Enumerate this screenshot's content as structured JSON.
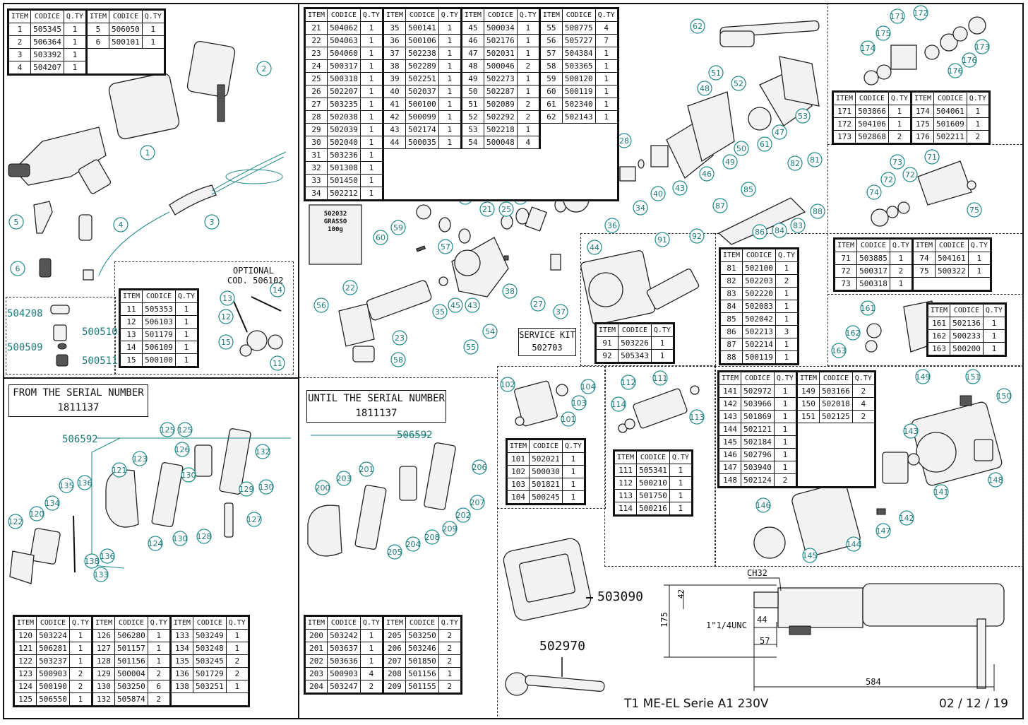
{
  "tables": {
    "t1": {
      "headers": [
        "ITEM",
        "CODICE",
        "Q.TY",
        "ITEM",
        "CODICE",
        "Q.TY"
      ],
      "rows": [
        [
          "1",
          "505345",
          "1",
          "5",
          "506050",
          "1"
        ],
        [
          "2",
          "506364",
          "1",
          "6",
          "500101",
          "1"
        ],
        [
          "3",
          "503392",
          "1"
        ],
        [
          "4",
          "504207",
          "1"
        ]
      ]
    },
    "t2": {
      "headers": [
        "ITEM",
        "CODICE",
        "Q.TY",
        "ITEM",
        "CODICE",
        "Q.TY",
        "ITEM",
        "CODICE",
        "Q.TY",
        "ITEM",
        "CODICE",
        "Q.TY"
      ],
      "rows": [
        [
          "21",
          "504062",
          "1",
          "35",
          "500141",
          "1",
          "45",
          "500034",
          "1",
          "55",
          "500775",
          "4"
        ],
        [
          "22",
          "504063",
          "1",
          "36",
          "500106",
          "1",
          "46",
          "502176",
          "1",
          "56",
          "505727",
          "7"
        ],
        [
          "23",
          "504060",
          "1",
          "37",
          "502238",
          "1",
          "47",
          "502031",
          "1",
          "57",
          "504384",
          "1"
        ],
        [
          "24",
          "500317",
          "1",
          "38",
          "502289",
          "1",
          "48",
          "500046",
          "2",
          "58",
          "503365",
          "1"
        ],
        [
          "25",
          "500318",
          "1",
          "39",
          "502251",
          "1",
          "49",
          "502273",
          "1",
          "59",
          "500120",
          "1"
        ],
        [
          "26",
          "502207",
          "1",
          "40",
          "502037",
          "1",
          "50",
          "502287",
          "1",
          "60",
          "500119",
          "1"
        ],
        [
          "27",
          "503235",
          "1",
          "41",
          "500100",
          "1",
          "51",
          "502089",
          "2",
          "61",
          "502340",
          "1"
        ],
        [
          "28",
          "502038",
          "1",
          "42",
          "500099",
          "1",
          "52",
          "502292",
          "2",
          "62",
          "502143",
          "1"
        ],
        [
          "29",
          "502039",
          "1",
          "43",
          "502174",
          "1",
          "53",
          "502218",
          "1"
        ],
        [
          "30",
          "502040",
          "1",
          "44",
          "500035",
          "1",
          "54",
          "500048",
          "4"
        ],
        [
          "31",
          "503236",
          "1"
        ],
        [
          "32",
          "501308",
          "1"
        ],
        [
          "33",
          "501450",
          "1"
        ],
        [
          "34",
          "502212",
          "1"
        ]
      ]
    },
    "t3": {
      "headers": [
        "ITEM",
        "CODICE",
        "Q.TY",
        "ITEM",
        "CODICE",
        "Q.TY"
      ],
      "rows": [
        [
          "171",
          "503866",
          "1",
          "174",
          "504061",
          "1"
        ],
        [
          "172",
          "504106",
          "1",
          "175",
          "501609",
          "1"
        ],
        [
          "173",
          "502868",
          "2",
          "176",
          "502211",
          "2"
        ]
      ]
    },
    "t4": {
      "headers": [
        "ITEM",
        "CODICE",
        "Q.TY",
        "ITEM",
        "CODICE",
        "Q.TY"
      ],
      "rows": [
        [
          "71",
          "503885",
          "1",
          "74",
          "504161",
          "1"
        ],
        [
          "72",
          "500317",
          "2",
          "75",
          "500322",
          "1"
        ],
        [
          "73",
          "500318",
          "1"
        ]
      ]
    },
    "t5": {
      "headers": [
        "ITEM",
        "CODICE",
        "Q.TY"
      ],
      "rows": [
        [
          "81",
          "502100",
          "1"
        ],
        [
          "82",
          "502203",
          "2"
        ],
        [
          "83",
          "502220",
          "1"
        ],
        [
          "84",
          "502083",
          "1"
        ],
        [
          "85",
          "502042",
          "1"
        ],
        [
          "86",
          "502213",
          "3"
        ],
        [
          "87",
          "502214",
          "1"
        ],
        [
          "88",
          "500119",
          "1"
        ]
      ]
    },
    "t6": {
      "headers": [
        "ITEM",
        "CODICE",
        "Q.TY"
      ],
      "rows": [
        [
          "161",
          "502136",
          "1"
        ],
        [
          "162",
          "500233",
          "1"
        ],
        [
          "163",
          "500200",
          "1"
        ]
      ]
    },
    "t7": {
      "headers": [
        "ITEM",
        "CODICE",
        "Q.TY"
      ],
      "rows": [
        [
          "11",
          "505353",
          "1"
        ],
        [
          "12",
          "506103",
          "1"
        ],
        [
          "13",
          "501179",
          "1"
        ],
        [
          "14",
          "506109",
          "1"
        ],
        [
          "15",
          "500100",
          "1"
        ]
      ]
    },
    "t8": {
      "headers": [
        "ITEM",
        "CODICE",
        "Q.TY"
      ],
      "rows": [
        [
          "91",
          "503226",
          "1"
        ],
        [
          "92",
          "505343",
          "1"
        ]
      ]
    },
    "t9": {
      "headers": [
        "ITEM",
        "CODICE",
        "Q.TY"
      ],
      "rows": [
        [
          "101",
          "502021",
          "1"
        ],
        [
          "102",
          "500030",
          "1"
        ],
        [
          "103",
          "501821",
          "1"
        ],
        [
          "104",
          "500245",
          "1"
        ]
      ]
    },
    "t10": {
      "headers": [
        "ITEM",
        "CODICE",
        "Q.TY"
      ],
      "rows": [
        [
          "111",
          "505341",
          "1"
        ],
        [
          "112",
          "500210",
          "1"
        ],
        [
          "113",
          "501750",
          "1"
        ],
        [
          "114",
          "500216",
          "1"
        ]
      ]
    },
    "t11": {
      "headers": [
        "ITEM",
        "CODICE",
        "Q.TY",
        "ITEM",
        "CODICE",
        "Q.TY"
      ],
      "rows": [
        [
          "141",
          "502972",
          "1",
          "149",
          "503166",
          "2"
        ],
        [
          "142",
          "503966",
          "1",
          "150",
          "502018",
          "4"
        ],
        [
          "143",
          "501869",
          "1",
          "151",
          "502125",
          "2"
        ],
        [
          "144",
          "502121",
          "1"
        ],
        [
          "145",
          "502184",
          "1"
        ],
        [
          "146",
          "502796",
          "1"
        ],
        [
          "147",
          "503940",
          "1"
        ],
        [
          "148",
          "502124",
          "2"
        ]
      ]
    },
    "t12": {
      "headers": [
        "ITEM",
        "CODICE",
        "Q.TY",
        "ITEM",
        "CODICE",
        "Q.TY",
        "ITEM",
        "CODICE",
        "Q.TY"
      ],
      "rows": [
        [
          "120",
          "503224",
          "1",
          "126",
          "506280",
          "1",
          "133",
          "503249",
          "1"
        ],
        [
          "121",
          "506281",
          "1",
          "127",
          "501157",
          "1",
          "134",
          "503248",
          "1"
        ],
        [
          "122",
          "503237",
          "1",
          "128",
          "501156",
          "1",
          "135",
          "503245",
          "2"
        ],
        [
          "123",
          "500903",
          "2",
          "129",
          "500004",
          "2",
          "136",
          "501729",
          "2"
        ],
        [
          "124",
          "500190",
          "2",
          "130",
          "503250",
          "6",
          "138",
          "503251",
          "1"
        ],
        [
          "125",
          "506550",
          "1",
          "132",
          "505874",
          "2"
        ]
      ]
    },
    "t13": {
      "headers": [
        "ITEM",
        "CODICE",
        "Q.TY",
        "ITEM",
        "CODICE",
        "Q.TY"
      ],
      "rows": [
        [
          "200",
          "503242",
          "1",
          "205",
          "503250",
          "2"
        ],
        [
          "201",
          "503637",
          "1",
          "206",
          "503246",
          "2"
        ],
        [
          "202",
          "503636",
          "1",
          "207",
          "501850",
          "2"
        ],
        [
          "203",
          "500903",
          "4",
          "208",
          "501156",
          "1"
        ],
        [
          "204",
          "503247",
          "2",
          "209",
          "501155",
          "2"
        ]
      ]
    }
  },
  "labels": {
    "optional": "OPTIONAL",
    "optional_code": "COD. 506102",
    "service_kit": "SERVICE KIT",
    "service_kit_code": "502703",
    "from_serial": "FROM THE SERIAL NUMBER",
    "from_serial_num": "1811137",
    "until_serial": "UNTIL THE SERIAL NUMBER",
    "until_serial_num": "1811137",
    "code_506592_a": "506592",
    "code_506592_b": "506592",
    "case_code": "503090",
    "wrench_code": "502970",
    "c504208": "504208",
    "c500510": "500510",
    "c500509": "500509",
    "c500511": "500511",
    "grease_l1": "502032",
    "grease_l2": "GRASSO",
    "grease_l3": "100g",
    "model": "T1 ME-EL Serie A1 230V",
    "date": "02 / 12 / 19",
    "dim_ch": "CH32",
    "dim_42": "42",
    "dim_175": "175",
    "dim_thread": "1\"1/4UNC",
    "dim_44": "44",
    "dim_57": "57",
    "dim_584": "584"
  }
}
